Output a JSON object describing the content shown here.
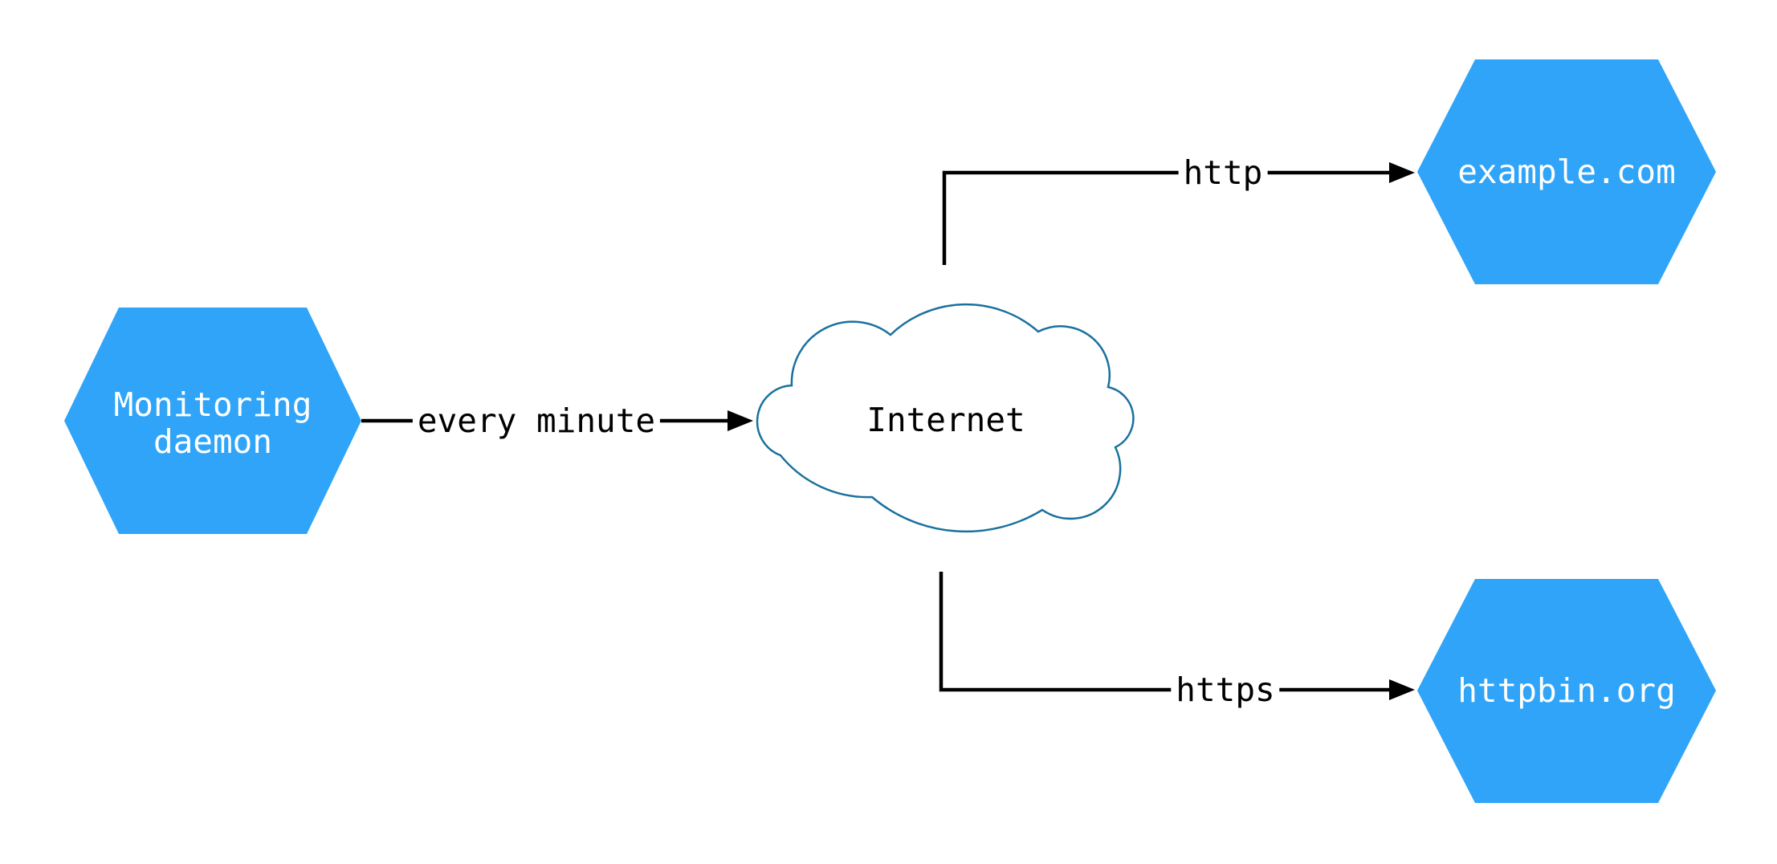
{
  "diagram": {
    "type": "network-architecture-diagram",
    "nodes": {
      "monitoring": {
        "label": "Monitoring daemon",
        "shape": "hexagon"
      },
      "internet": {
        "label": "Internet",
        "shape": "cloud"
      },
      "example": {
        "label": "example.com",
        "shape": "hexagon"
      },
      "httpbin": {
        "label": "httpbin.org",
        "shape": "hexagon"
      }
    },
    "edges": [
      {
        "from": "Monitoring daemon",
        "to": "Internet",
        "label": "every minute"
      },
      {
        "from": "Internet",
        "to": "example.com",
        "label": "http"
      },
      {
        "from": "Internet",
        "to": "httpbin.org",
        "label": "https"
      }
    ],
    "colors": {
      "background": "#FFFFFF",
      "hexagon_fill": "#2FA4F8",
      "hexagon_text": "#FFFFFF",
      "cloud_stroke": "#1A719E",
      "cloud_fill": "#FFFFFF",
      "edge_line": "#000000",
      "edge_text": "#000000"
    }
  }
}
